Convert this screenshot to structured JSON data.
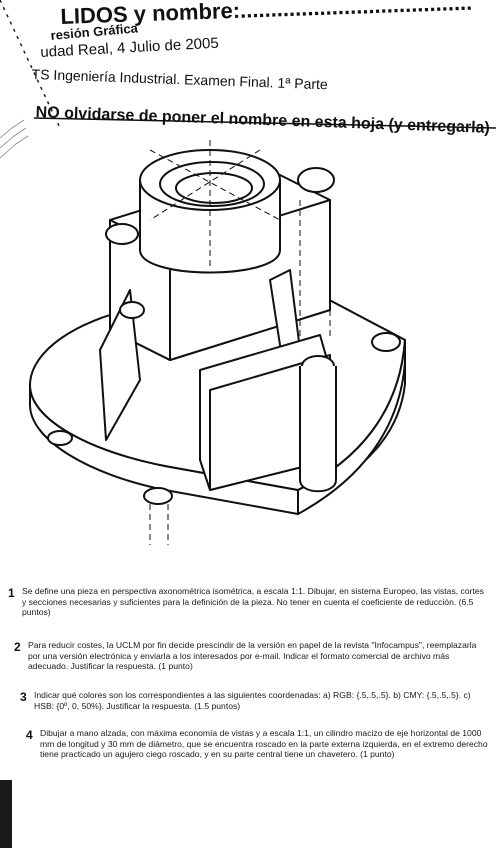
{
  "header": {
    "title": "LIDOS y nombre:......................................",
    "subtitle": "resión Gráfica",
    "date": "udad Real, 4 Julio de 2005",
    "exam": "TS Ingeniería Industrial. Examen Final. 1ª Parte",
    "warning": "NO olvidarse de poner el nombre en esta hoja (y entregarla)"
  },
  "questions": [
    {
      "number": "1",
      "text": "Se define una pieza en perspectiva axonométrica isométrica, a escala 1:1. Dibujar, en sistema Europeo, las vistas, cortes y secciones necesarias y suficientes para la definición de la pieza. No tener en cuenta el coeficiente de reducción. (6.5 puntos)"
    },
    {
      "number": "2",
      "text": "Para reducir costes, la UCLM por fin decide prescindir de la versión en papel de la revista \"Infocampus\", reemplazarla por una versión electrónica y enviarla a los interesados por e-mail. Indicar el formato comercial de archivo más adecuado. Justificar la respuesta. (1 punto)"
    },
    {
      "number": "3",
      "text": "Indicar qué colores son los correspondientes a las siguientes coordenadas: a) RGB: {.5,.5,.5}. b) CMY: {.5,.5,.5}. c) HSB: {0º, 0, 50%}. Justificar la respuesta. (1.5 puntos)"
    },
    {
      "number": "4",
      "text": "Dibujar a mano alzada, con máxima economía de vistas y a escala 1:1, un cilindro macizo de eje horizontal de 1000 mm de longitud y 30 mm de diámetro, que se encuentra roscado en la parte externa izquierda, en el extremo derecho tiene practicado un agujero ciego roscado, y en su parte central tiene un chavetero. (1 punto)"
    }
  ]
}
